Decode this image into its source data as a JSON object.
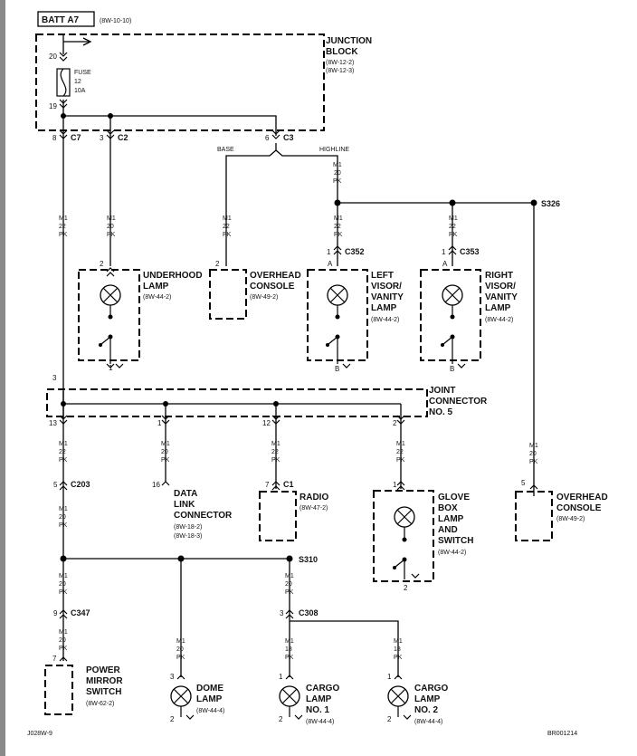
{
  "batt": {
    "label": "BATT A7",
    "ref": "(8W-10-10)"
  },
  "junction_block": {
    "title1": "JUNCTION",
    "title2": "BLOCK",
    "ref1": "(8W-12-2)",
    "ref2": "(8W-12-3)",
    "fuse1": "FUSE",
    "fuse2": "12",
    "fuse3": "10A",
    "pin_top": "20",
    "pin_bot": "19"
  },
  "connectors": {
    "c7": "C7",
    "c7_pin": "8",
    "c2": "C2",
    "c2_pin": "3",
    "c3": "C3",
    "c3_pin": "6",
    "c352": "C352",
    "c352_pin": "1",
    "c352_pin_a": "A",
    "c353": "C353",
    "c353_pin": "1",
    "c353_pin_a": "A",
    "c203": "C203",
    "c203_pin": "5",
    "c1": "C1",
    "c1_pin": "7",
    "c347": "C347",
    "c347_pin": "9",
    "c308": "C308",
    "c308_pin": "3"
  },
  "options": {
    "base": "BASE",
    "highline": "HIGHLINE"
  },
  "splices": {
    "s326": "S326",
    "s310": "S310"
  },
  "wires": {
    "m1": "M1",
    "g20": "20",
    "g22": "22",
    "g18": "18",
    "pk": "PK"
  },
  "components": {
    "underhood": {
      "l1": "UNDERHOOD",
      "l2": "LAMP",
      "ref": "(8W-44-2)",
      "pin_top": "2",
      "pin_bot": "1"
    },
    "overhead_top": {
      "l1": "OVERHEAD",
      "l2": "CONSOLE",
      "ref": "(8W-49-2)",
      "pin_top": "2"
    },
    "left_visor": {
      "l1": "LEFT",
      "l2": "VISOR/",
      "l3": "VANITY",
      "l4": "LAMP",
      "ref": "(8W-44-2)",
      "pin_bot": "B"
    },
    "right_visor": {
      "l1": "RIGHT",
      "l2": "VISOR/",
      "l3": "VANITY",
      "l4": "LAMP",
      "ref": "(8W-44-2)",
      "pin_bot": "B"
    },
    "joint": {
      "l1": "JOINT",
      "l2": "CONNECTOR",
      "l3": "NO. 5",
      "pin_in": "3",
      "p13": "13",
      "p1": "1",
      "p12": "12",
      "p2": "2"
    },
    "dlc": {
      "pin": "16",
      "l1": "DATA",
      "l2": "LINK",
      "l3": "CONNECTOR",
      "ref1": "(8W-18-2)",
      "ref2": "(8W-18-3)"
    },
    "radio": {
      "l1": "RADIO",
      "ref": "(8W-47-2)"
    },
    "glove": {
      "l1": "GLOVE",
      "l2": "BOX",
      "l3": "LAMP",
      "l4": "AND",
      "l5": "SWITCH",
      "ref": "(8W-44-2)",
      "pin_top": "1",
      "pin_bot": "2"
    },
    "overhead_bot": {
      "l1": "OVERHEAD",
      "l2": "CONSOLE",
      "ref": "(8W-49-2)",
      "pin_top": "5"
    },
    "mirror": {
      "l1": "POWER",
      "l2": "MIRROR",
      "l3": "SWITCH",
      "ref": "(8W-62-2)",
      "pin_top": "7"
    },
    "dome": {
      "l1": "DOME",
      "l2": "LAMP",
      "ref": "(8W-44-4)",
      "pin_top": "3",
      "pin_bot": "2"
    },
    "cargo1": {
      "l1": "CARGO",
      "l2": "LAMP",
      "l3": "NO. 1",
      "ref": "(8W-44-4)",
      "pin_top": "1",
      "pin_bot": "2"
    },
    "cargo2": {
      "l1": "CARGO",
      "l2": "LAMP",
      "l3": "NO. 2",
      "ref": "(8W-44-4)",
      "pin_top": "1",
      "pin_bot": "2"
    }
  },
  "footer": {
    "left": "J028W-9",
    "right": "BR001214"
  }
}
